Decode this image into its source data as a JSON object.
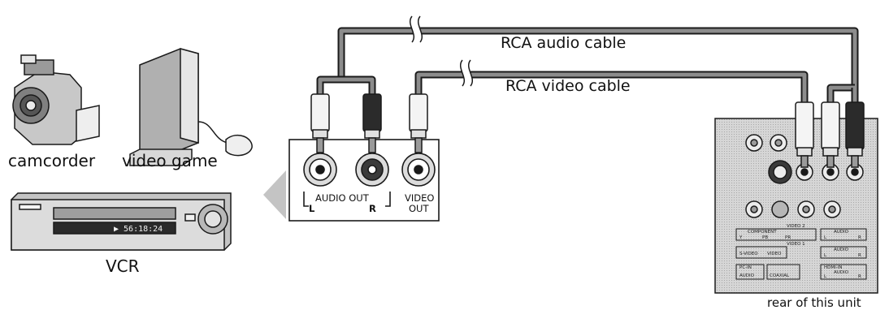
{
  "devices": {
    "camcorder": "camcorder",
    "video_game": "video game",
    "vcr": "VCR",
    "vcr_display": "▶ 56:18:24"
  },
  "cables": {
    "audio": "RCA audio cable",
    "video": "RCA video cable"
  },
  "source_jacks": {
    "audio_out": "AUDIO OUT",
    "left": "L",
    "right": "R",
    "video_out_line1": "VIDEO",
    "video_out_line2": "OUT"
  },
  "unit": {
    "caption": "rear of this unit",
    "panel_labels": {
      "component": "COMPONENT",
      "video2": "VIDEO 2",
      "video1": "VIDEO 1",
      "audio": "AUDIO",
      "svideo": "S-VIDEO",
      "video": "VIDEO",
      "pc_in": "PC-IN",
      "hdmi_in": "HDMI-IN",
      "coaxial": "COAXIAL",
      "pr": "PR",
      "pb": "PB",
      "y": "Y",
      "l": "L",
      "r": "R"
    }
  },
  "colors": {
    "cable": "#8c8c8c",
    "plug_white": "#f4f4f4",
    "plug_red": "#2b2b2b",
    "panel": "#d0d0d0",
    "stroke": "#1a1a1a"
  }
}
